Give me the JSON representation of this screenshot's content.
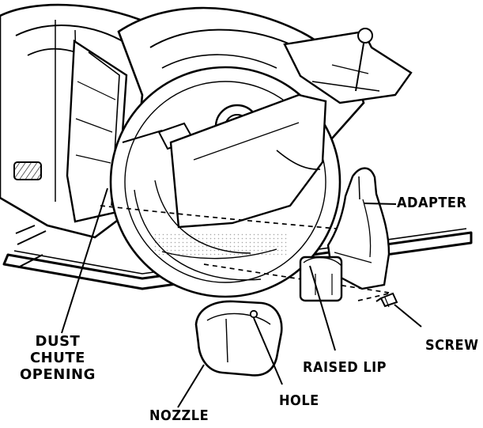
{
  "diagram": {
    "callouts": {
      "adapter": "ADAPTER",
      "screw": "SCREW",
      "raised_lip": "RAISED LIP",
      "hole": "HOLE",
      "nozzle": "NOZZLE",
      "dust_chute_line1": "DUST",
      "dust_chute_line2": "CHUTE",
      "dust_chute_line3": "OPENING"
    }
  }
}
